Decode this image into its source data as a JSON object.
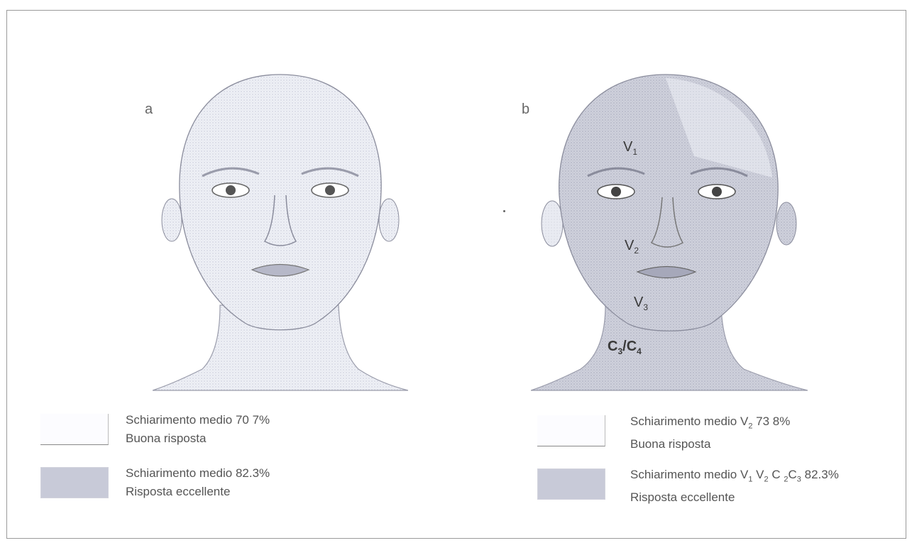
{
  "panels": {
    "a": {
      "label": "a",
      "legend": [
        {
          "line1": "Schiarimento medio 70 7%",
          "line2": "Buona risposta"
        },
        {
          "line1": "Schiarimento medio 82.3%",
          "line2": "Risposta eccellente"
        }
      ]
    },
    "b": {
      "label": "b",
      "segments": {
        "v1": {
          "base": "V",
          "sub": "1"
        },
        "v2": {
          "base": "V",
          "sub": "2"
        },
        "v3": {
          "base": "V",
          "sub": "3"
        },
        "c3c4": {
          "base1": "C",
          "sub1": "3",
          "sep": "/C",
          "sub2": "4"
        }
      },
      "legend": [
        {
          "prefix": "Schiarimento medio V",
          "sub": "2",
          "suffix": " 73 8%",
          "line2": "Buona risposta"
        },
        {
          "prefix": "Schiarimento medio  V",
          "sub1": "1",
          "mid1": " V",
          "sub2": "2",
          "mid2": " C ",
          "sub3": "2",
          "mid3": "C",
          "sub4": "3",
          "suffix": " 82.3%",
          "line2": "Risposta eccellente"
        }
      ]
    }
  },
  "colors": {
    "skin_light": "#f4f5f9",
    "skin_dark": "#c9cbd8",
    "outline": "#8a8c9c"
  }
}
